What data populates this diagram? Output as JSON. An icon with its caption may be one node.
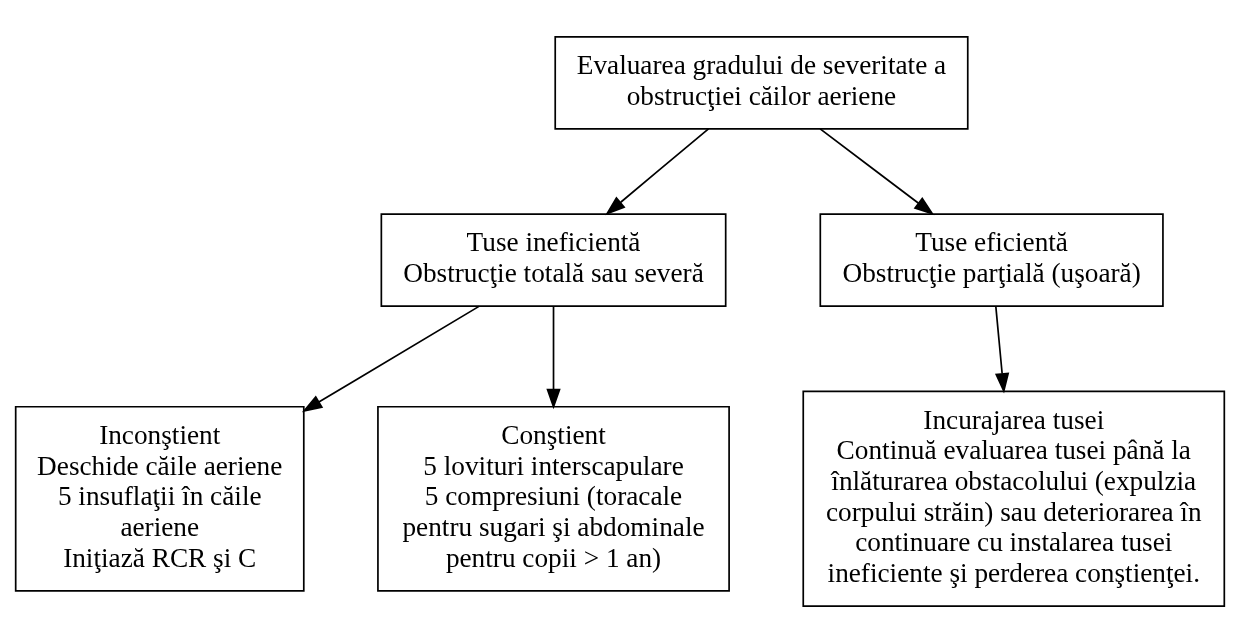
{
  "diagram": {
    "nodes": [
      {
        "text": [
          "Evaluarea gradului de severitate a obstrucţiei căilor aeriene"
        ]
      },
      {
        "text": [
          "Tuse ineficientă",
          "Obstrucţie totală sau severă"
        ]
      },
      {
        "text": [
          "Tuse eficientă",
          "Obstrucţie parţială (uşoară)"
        ]
      },
      {
        "text": [
          "Inconştient",
          "Deschide căile aeriene",
          "5 insuflaţii în căile aeriene",
          "Iniţiază RCR şi C"
        ]
      },
      {
        "text": [
          "Conştient",
          "5 lovituri interscapulare",
          "5 compresiuni (toracale pentru sugari şi abdominale pentru copii > 1 an)"
        ]
      },
      {
        "text": [
          "Incurajarea tusei",
          "Continuă evaluarea tusei până la înlăturarea obstacolului (expulzia corpului străin) sau deteriorarea în continuare cu instalarea tusei ineficiente şi perderea conştienţei."
        ]
      }
    ],
    "edges": [
      {
        "from": 0,
        "to": 1,
        "arrow": "to"
      },
      {
        "from": 0,
        "to": 2,
        "arrow": "to"
      },
      {
        "from": 1,
        "to": 3,
        "arrow": "to"
      },
      {
        "from": 1,
        "to": 4,
        "arrow": "to"
      },
      {
        "from": 2,
        "to": 5,
        "arrow": "to"
      }
    ]
  }
}
